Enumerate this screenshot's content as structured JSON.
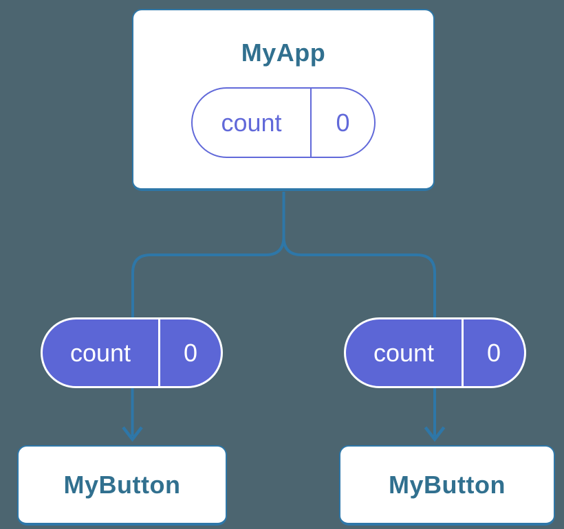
{
  "colors": {
    "background": "#4C6570",
    "connector": "#2E77A8",
    "card-bg": "#FFFFFF",
    "card-border": "#2E77A8",
    "title-text": "#31708F",
    "pill-outline": "#6169D9",
    "pill-fill": "#5C66D6",
    "pill-text-light": "#FFFFFF"
  },
  "root_node": {
    "title": "MyApp",
    "state": {
      "name": "count",
      "value": "0"
    }
  },
  "child_nodes": [
    {
      "title": "MyButton",
      "state": {
        "name": "count",
        "value": "0"
      }
    },
    {
      "title": "MyButton",
      "state": {
        "name": "count",
        "value": "0"
      }
    }
  ]
}
